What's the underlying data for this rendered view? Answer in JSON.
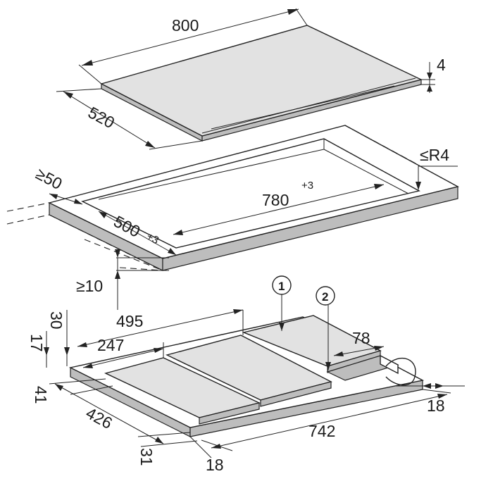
{
  "hob_glass": {
    "width": "800",
    "depth": "520",
    "thickness": "4"
  },
  "worktop_cutout": {
    "corner_radius": "≤R4",
    "min_front_distance": "≥50",
    "cutout_width": "780",
    "cutout_width_tolerance": "+3",
    "cutout_depth": "500",
    "cutout_depth_tolerance": "+3",
    "min_worktop_gap": "≥10"
  },
  "hob_body": {
    "callout_1": "1",
    "callout_2": "2",
    "height_total": "30",
    "height_lower": "17",
    "width_495": "495",
    "width_247": "247",
    "width_78": "78",
    "offset_41": "41",
    "depth_426": "426",
    "offset_31": "31",
    "width_742": "742",
    "offset_18_front": "18",
    "offset_18_right": "18"
  }
}
